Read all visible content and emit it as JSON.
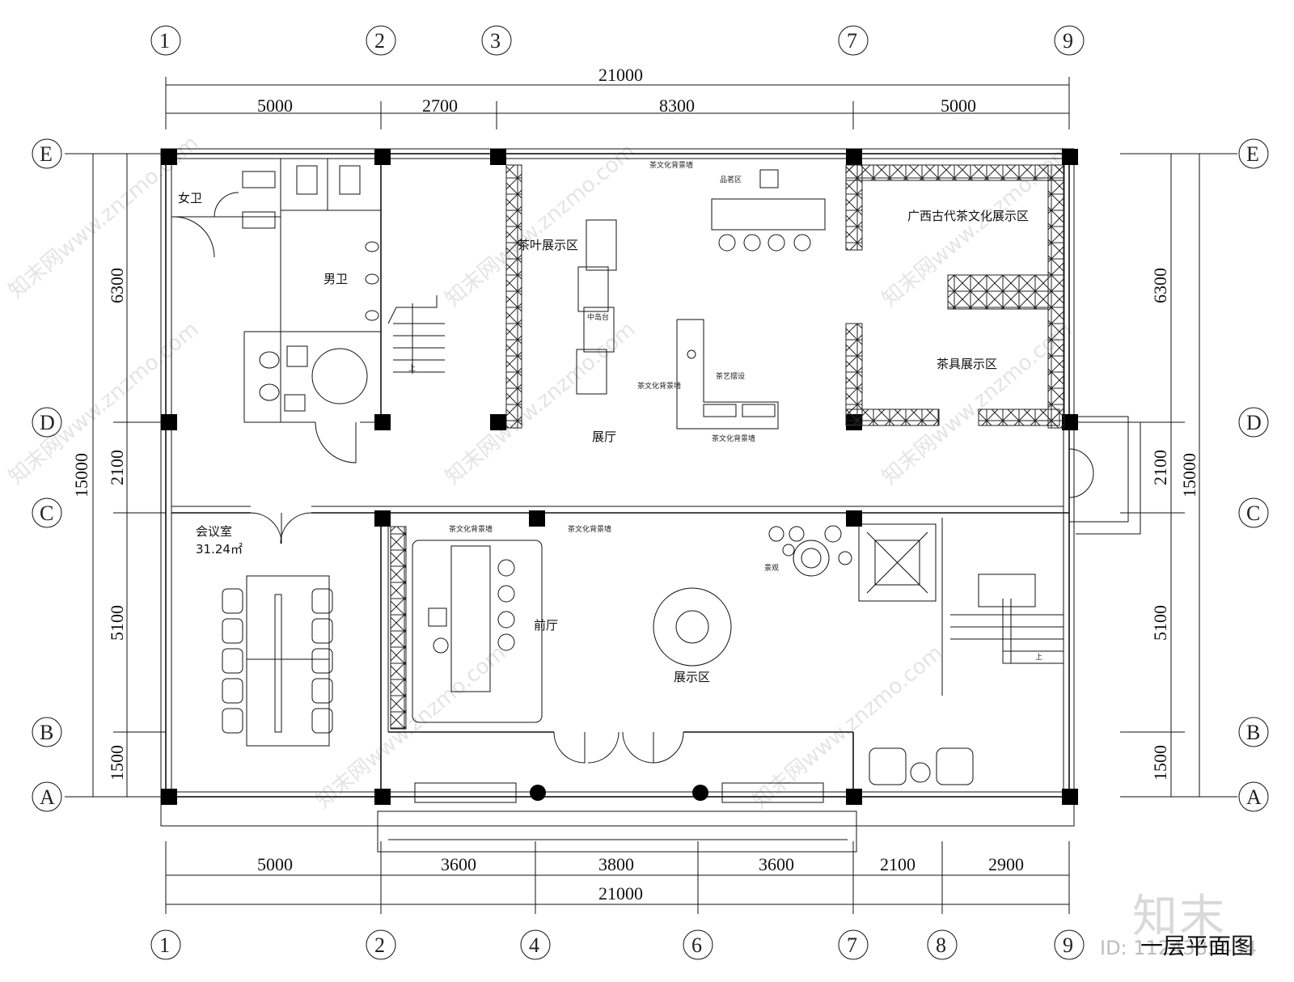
{
  "drawing": {
    "title": "一层平面图",
    "brand": "知末",
    "id_label": "ID: 1124385434"
  },
  "dimensions": {
    "top_total": "21000",
    "top_segments": [
      "5000",
      "2700",
      "8300",
      "5000"
    ],
    "bottom_segments": [
      "5000",
      "3600",
      "3800",
      "3600",
      "2100",
      "2900"
    ],
    "bottom_total": "21000",
    "left_segments": [
      "6300",
      "2100",
      "5100",
      "1500"
    ],
    "left_total": "15000",
    "right_segments": [
      "6300",
      "2100",
      "5100",
      "1500"
    ],
    "right_total": "15000"
  },
  "axes": {
    "top": [
      "1",
      "2",
      "3",
      "7",
      "9"
    ],
    "bottom": [
      "1",
      "2",
      "4",
      "6",
      "7",
      "8",
      "9"
    ],
    "side": [
      "E",
      "D",
      "C",
      "B",
      "A"
    ]
  },
  "rooms": {
    "womens_wc": "女卫",
    "mens_wc": "男卫",
    "tea_leaf_display": "茶叶展示区",
    "center_island": "中岛台",
    "tea_wall_top": "茶文化背景墙",
    "elder_area": "品茗区",
    "guangxi_tea_culture": "广西古代茶文化展示区",
    "teaware_display": "茶具展示区",
    "tea_wall_side": "茶文化背景墙",
    "tea_art": "茶艺摆设",
    "tea_wall_bottom": "茶文化背景墙",
    "exhibition_hall": "展厅",
    "meeting_room": "会议室",
    "meeting_area": "31.24㎡",
    "tea_wall_front1": "茶文化背景墙",
    "tea_wall_front2": "茶文化背景墙",
    "front_hall": "前厅",
    "display_area": "展示区",
    "landscape": "景观",
    "stair_up1": "上",
    "stair_up2": "上"
  },
  "watermark": "知末网www.znzmo.com"
}
